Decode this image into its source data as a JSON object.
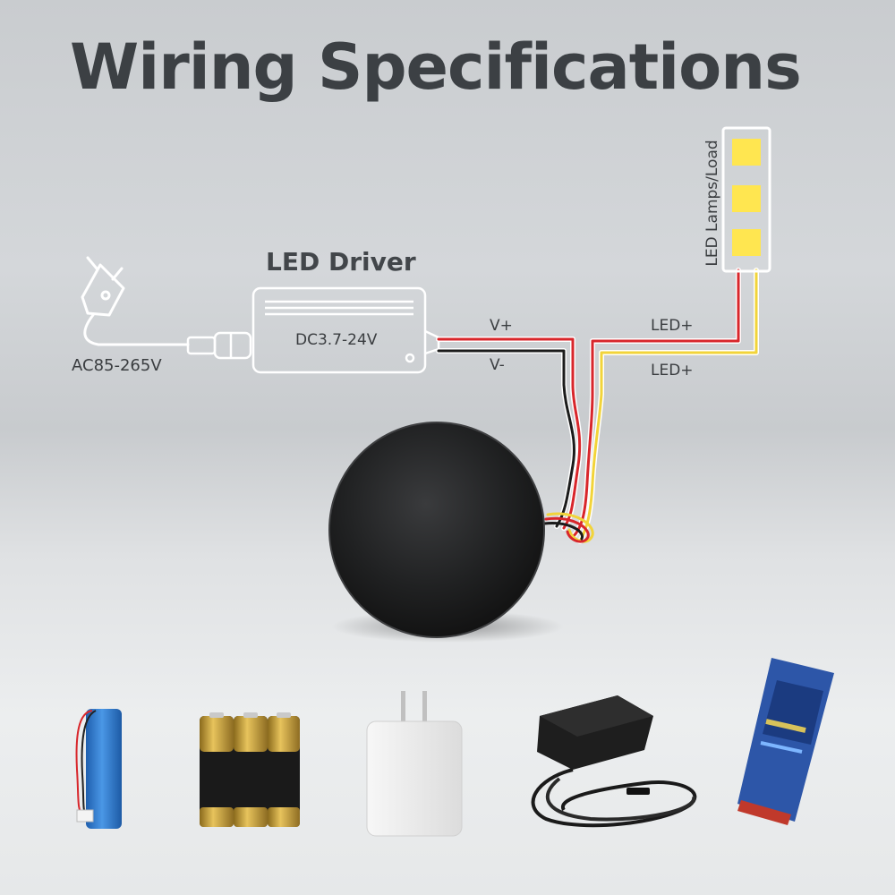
{
  "title": "Wiring Specifications",
  "driver": {
    "title": "LED Driver",
    "spec": "DC3.7-24V"
  },
  "input": {
    "voltage": "AC85-265V"
  },
  "wires": {
    "v_plus": "V+",
    "v_minus": "V-",
    "led_plus_red": "LED+",
    "led_plus_yellow": "LED+"
  },
  "load": {
    "label": "LED Lamps/Load"
  },
  "colors": {
    "red_wire": "#d8262b",
    "black_wire": "#1b1b1b",
    "yellow_wire": "#f2d43a",
    "outline": "#ffffff",
    "led_chip": "#ffe650",
    "battery_blue": "#2f7fd4",
    "aa_gold": "#c9a13a",
    "psu_blue": "#2d56a8"
  },
  "power_options": [
    {
      "name": "li-ion-battery-icon"
    },
    {
      "name": "aa-batteries-icon"
    },
    {
      "name": "usb-power-adapter-icon"
    },
    {
      "name": "dc-wall-adapter-icon"
    },
    {
      "name": "switching-power-supply-icon"
    }
  ]
}
